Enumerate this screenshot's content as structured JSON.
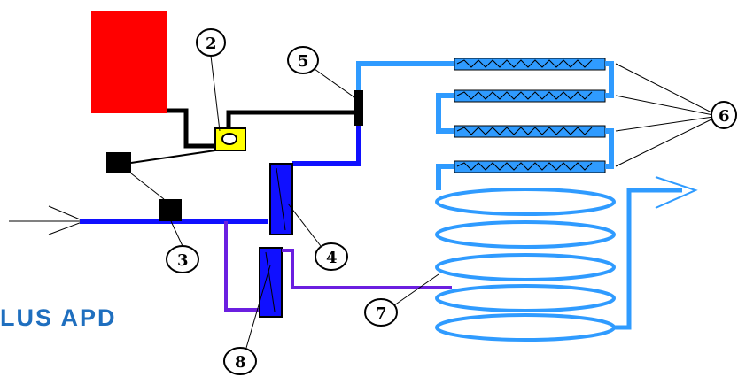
{
  "labels": {
    "l1": "2",
    "l2": "5",
    "l3": "6",
    "l4": "3",
    "l5": "4",
    "l6": "7",
    "l7": "8"
  },
  "caption": "LUS APD",
  "colors": {
    "tank": "#ff0000",
    "valve": "#ffff00",
    "pipe_light": "#2f9bff",
    "pipe_dark": "#1010ff",
    "pipe_violet": "#6b1fe0",
    "block": "#000000",
    "caption": "#1f6fbf"
  }
}
